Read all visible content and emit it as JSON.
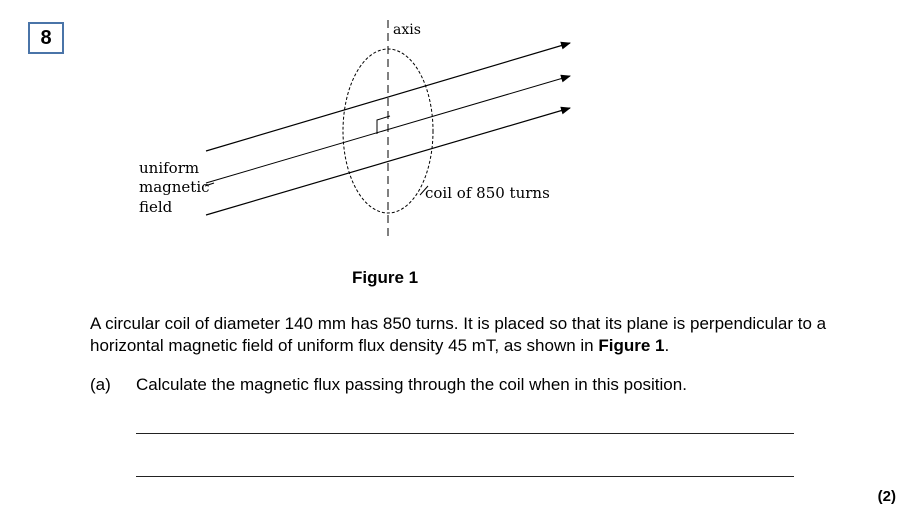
{
  "question": {
    "number": "8",
    "figure": {
      "axis_label": "axis",
      "field_label": [
        "uniform",
        "magnetic",
        "field"
      ],
      "coil_label": "coil of 850 turns",
      "caption": "Figure 1"
    },
    "intro_before": "A circular coil of diameter 140 mm has 850 turns. It is placed so that its plane is perpendicular to a horizontal magnetic field of uniform flux density 45 mT, as shown in ",
    "intro_ref": "Figure 1",
    "intro_after": ".",
    "part_a": {
      "label": "(a)",
      "text": "Calculate the magnetic flux passing through the coil when in this position.",
      "marks": "(2)"
    }
  }
}
